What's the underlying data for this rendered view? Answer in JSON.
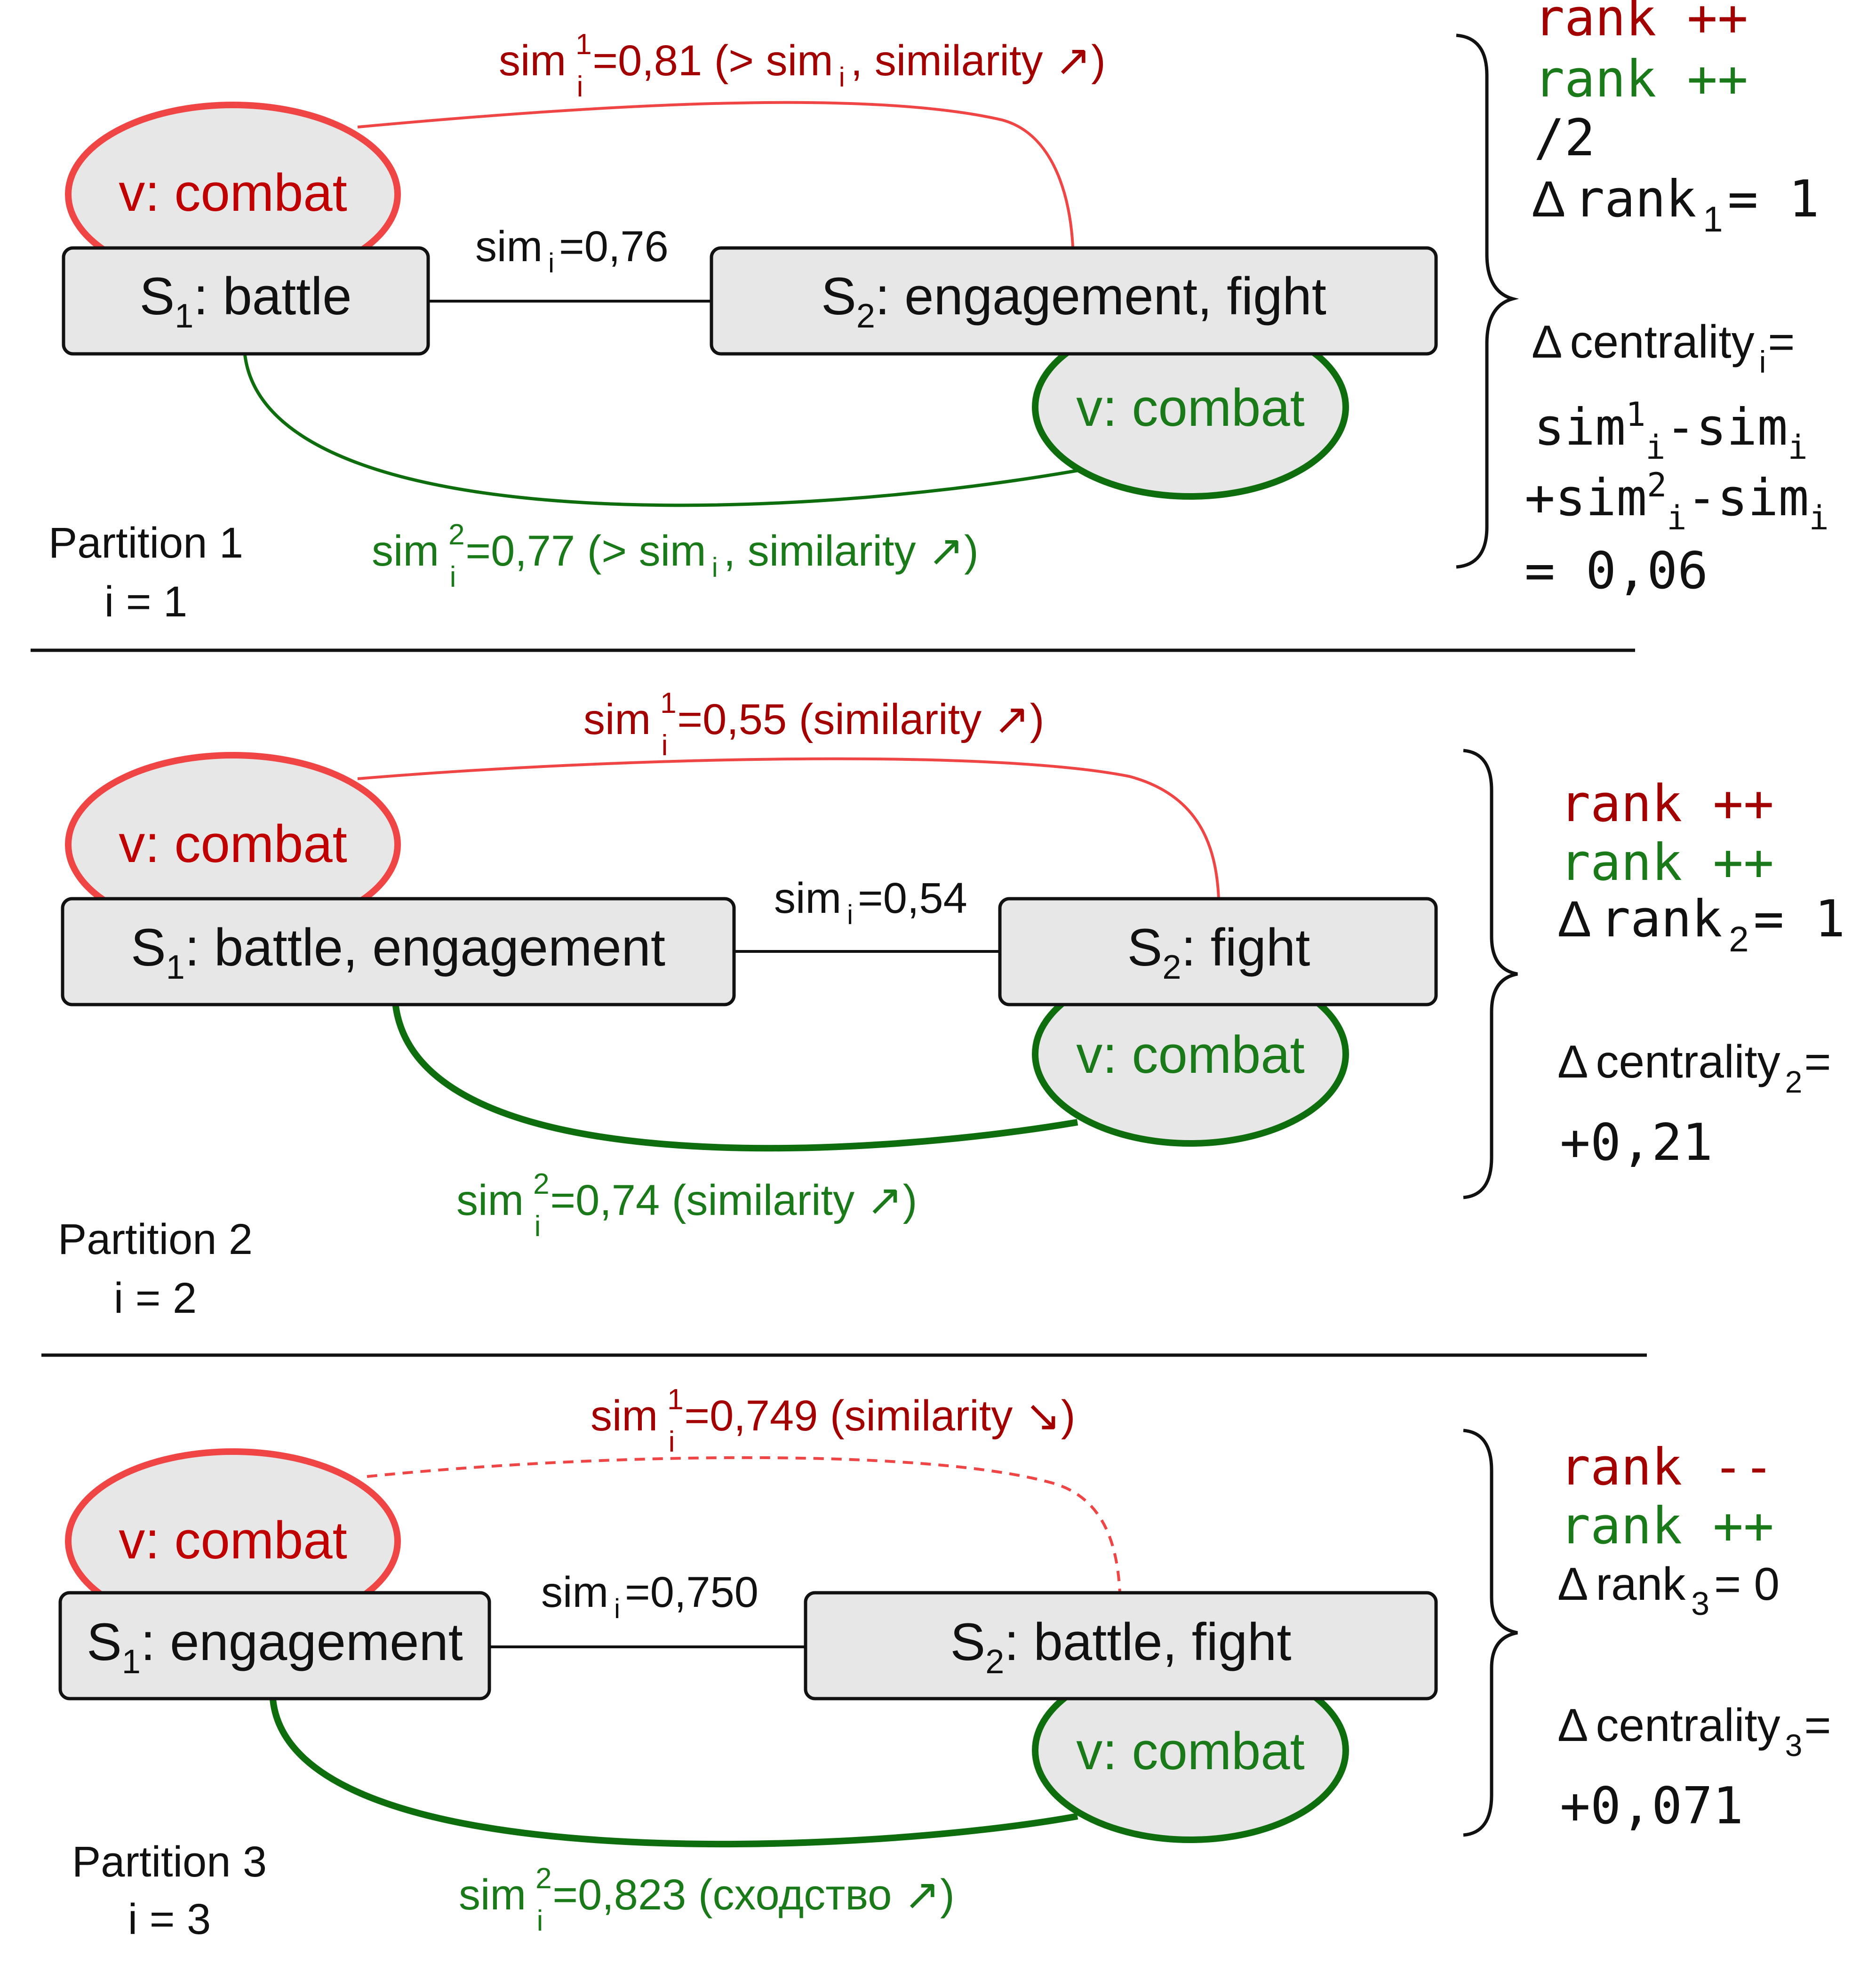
{
  "colors": {
    "red_text": "#a30000",
    "red_line": "#f04545",
    "green_text": "#1a7a1a",
    "green_line": "#0e6e0e",
    "node_fill": "#e7e7e7",
    "node_border": "#111111"
  },
  "partitions": [
    {
      "name": "Partition 1",
      "index": "i = 1",
      "s1": {
        "label": "S",
        "sub": "1",
        "rest": ": battle"
      },
      "s2": {
        "label": "S",
        "sub": "2",
        "rest": ": engagement, fight"
      },
      "verb_red": "v: combat",
      "verb_green": "v: combat",
      "sim_mid": {
        "pre": "sim",
        "sub": "i",
        "post": "=0,76"
      },
      "sim_top": {
        "pre": "sim",
        "sup": "1",
        "sub": "i",
        "post": "=0,81 (> sim",
        "sub2": "i",
        "post2": ", similarity ↗)"
      },
      "sim_bottom": {
        "pre": "sim",
        "sup": "2",
        "sub": "i",
        "post": "=0,77 (> sim",
        "sub2": "i",
        "post2": ", similarity ↗)"
      },
      "right": {
        "rank_red": "rank ++",
        "rank_green": "rank ++",
        "div": "/2",
        "drank": {
          "delta": "Δ",
          "word": "rank",
          "sub": "1",
          "post": "= 1"
        },
        "dcent": {
          "delta": "Δ",
          "word": "centrality",
          "sub": "i",
          "post": "="
        },
        "formula1": {
          "a": "sim",
          "asup": "1",
          "asub": "i",
          "b": "-sim",
          "bsub": "i"
        },
        "formula2": {
          "a": "+sim",
          "asup": "2",
          "asub": "i",
          "b": "-sim",
          "bsub": "i"
        },
        "result": "= 0,06"
      }
    },
    {
      "name": "Partition 2",
      "index": "i = 2",
      "s1": {
        "label": "S",
        "sub": "1",
        "rest": ": battle, engagement"
      },
      "s2": {
        "label": "S",
        "sub": "2",
        "rest": ": fight"
      },
      "verb_red": "v: combat",
      "verb_green": "v: combat",
      "sim_mid": {
        "pre": "sim",
        "sub": "i",
        "post": "=0,54"
      },
      "sim_top": {
        "pre": "sim",
        "sup": "1",
        "sub": "i",
        "post": "=0,55 (similarity ↗)"
      },
      "sim_bottom": {
        "pre": "sim",
        "sup": "2",
        "sub": "i",
        "post": "=0,74 (similarity ↗)"
      },
      "right": {
        "rank_red": "rank ++",
        "rank_green": "rank ++",
        "drank": {
          "delta": "Δ",
          "word": "rank",
          "sub": "2",
          "post": "= 1"
        },
        "dcent": {
          "delta": "Δ",
          "word": "centrality",
          "sub": "2",
          "post": "="
        },
        "result": "+0,21"
      }
    },
    {
      "name": "Partition 3",
      "index": "i = 3",
      "s1": {
        "label": "S",
        "sub": "1",
        "rest": ": engagement"
      },
      "s2": {
        "label": "S",
        "sub": "2",
        "rest": ": battle, fight"
      },
      "verb_red": "v: combat",
      "verb_green": "v: combat",
      "sim_mid": {
        "pre": "sim",
        "sub": "i",
        "post": "=0,750"
      },
      "sim_top": {
        "pre": "sim",
        "sup": "1",
        "sub": "i",
        "post": "=0,749 (similarity ↘)"
      },
      "sim_bottom": {
        "pre": "sim",
        "sup": "2",
        "sub": "i",
        "post": "=0,823 (сходство ↗)"
      },
      "right": {
        "rank_red": "rank --",
        "rank_green": "rank ++",
        "drank": {
          "delta": "Δ",
          "word": "rank",
          "sub": "3",
          "post": "= 0"
        },
        "dcent": {
          "delta": "Δ",
          "word": "centrality",
          "sub": "3",
          "post": "="
        },
        "result": "+0,071"
      }
    }
  ]
}
